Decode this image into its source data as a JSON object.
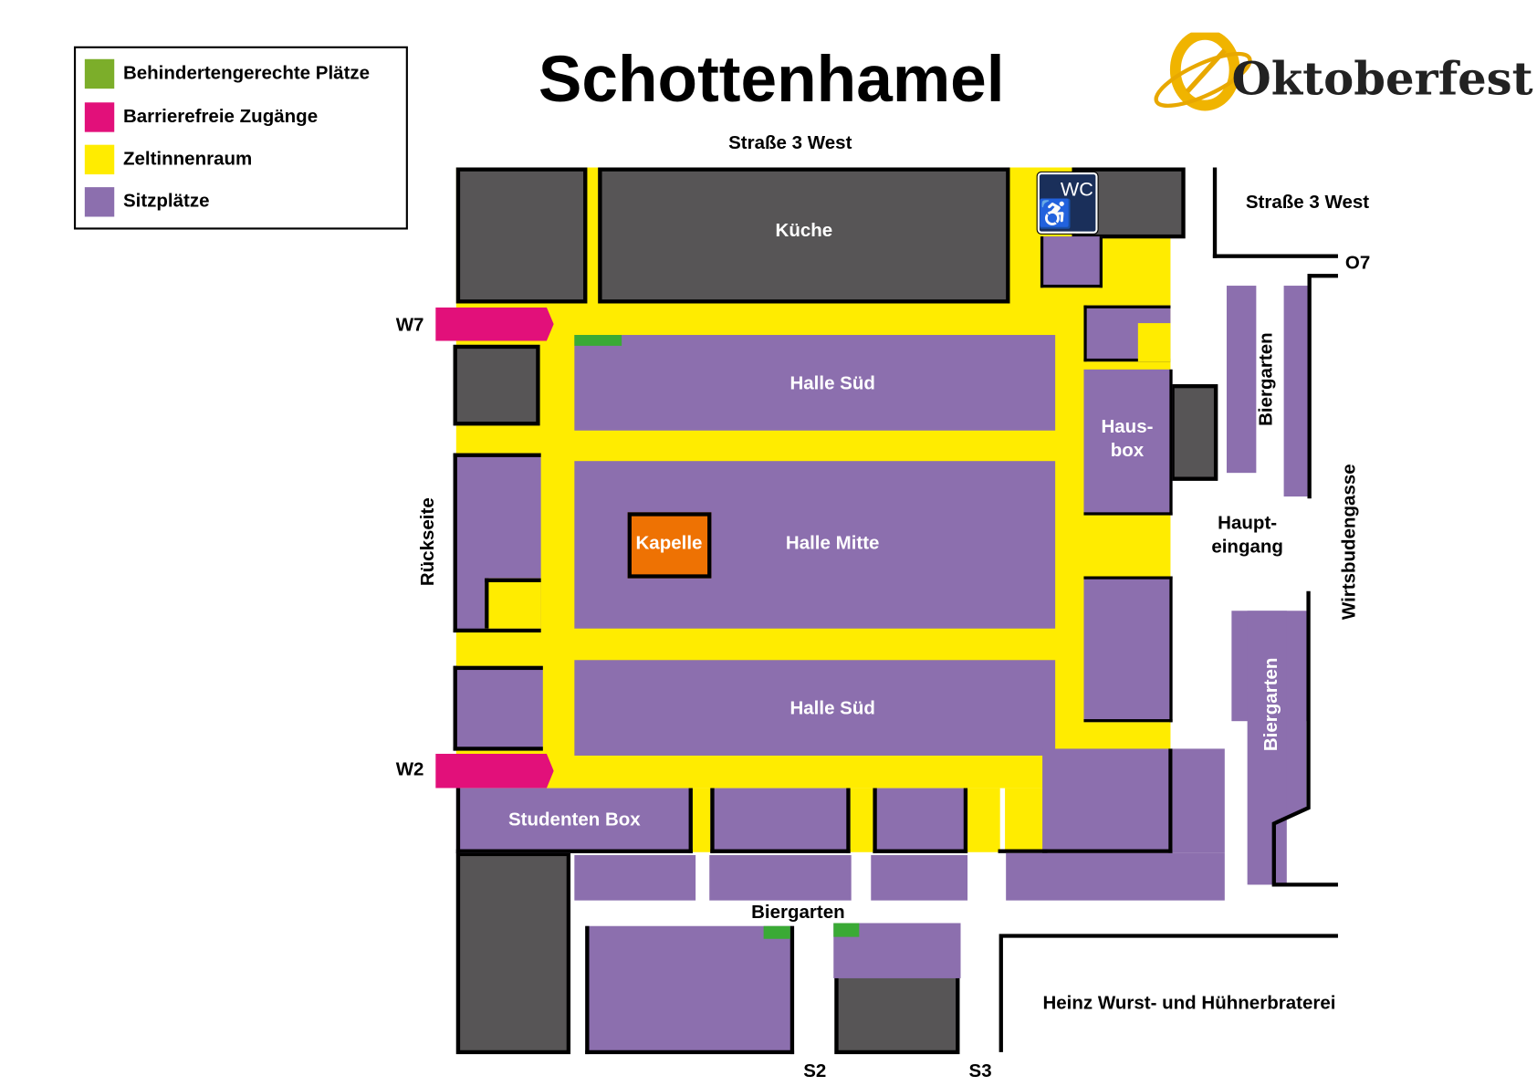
{
  "title": "Schottenhamel",
  "logo": {
    "text": "Oktoberfest"
  },
  "legend": [
    {
      "label": "Behindertengerechte Plätze",
      "color": "#7cae2a"
    },
    {
      "label": "Barrierefreie Zugänge",
      "color": "#e2107a"
    },
    {
      "label": "Zeltinnenraum",
      "color": "#ffec00"
    },
    {
      "label": "Sitzplätze",
      "color": "#8c6fae"
    }
  ],
  "labels": {
    "street_top": "Straße 3 West",
    "street_right": "Straße 3 West",
    "o7": "O7",
    "kitchen": "Küche",
    "wc": "WC",
    "w7": "W7",
    "w2": "W2",
    "halle_sued_1": "Halle Süd",
    "halle_mitte": "Halle Mitte",
    "halle_sued_2": "Halle Süd",
    "kapelle": "Kapelle",
    "hausbox": "Haus-\nbox",
    "hausbox_1": "Haus-",
    "hausbox_2": "box",
    "rueckseite": "Rückseite",
    "haupteingang_1": "Haupt-",
    "haupteingang_2": "eingang",
    "biergarten_right_top": "Biergarten",
    "biergarten_right_bottom": "Biergarten",
    "wirtsbudengasse": "Wirtsbudengasse",
    "studenten_box": "Studenten Box",
    "biergarten_bottom": "Biergarten",
    "s2": "S2",
    "s3": "S3",
    "heinz": "Heinz Wurst- und Hühnerbraterei"
  }
}
